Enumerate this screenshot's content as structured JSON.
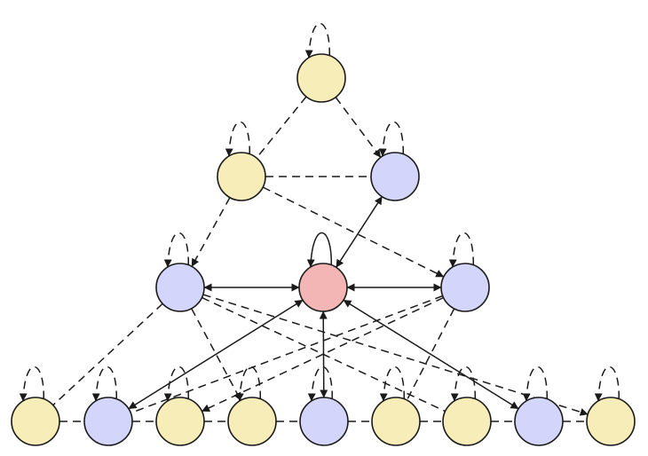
{
  "palette": {
    "yellow": "#f6edb9",
    "blue": "#d3d6fa",
    "red": "#f4b5b5",
    "stroke": "#1a1a1a"
  },
  "nodes": [
    {
      "id": "n0",
      "color": "yellow"
    },
    {
      "id": "n1",
      "color": "yellow"
    },
    {
      "id": "n2",
      "color": "blue"
    },
    {
      "id": "n3",
      "color": "blue"
    },
    {
      "id": "n4",
      "color": "red"
    },
    {
      "id": "n5",
      "color": "blue"
    },
    {
      "id": "n6",
      "color": "yellow"
    },
    {
      "id": "n7",
      "color": "blue"
    },
    {
      "id": "n8",
      "color": "yellow"
    },
    {
      "id": "n9",
      "color": "yellow"
    },
    {
      "id": "n10",
      "color": "blue"
    },
    {
      "id": "n11",
      "color": "yellow"
    },
    {
      "id": "n12",
      "color": "yellow"
    },
    {
      "id": "n13",
      "color": "blue"
    },
    {
      "id": "n14",
      "color": "yellow"
    }
  ],
  "edges": [
    {
      "from": "n0",
      "to": "n1",
      "style": "dashed",
      "arrow": "none"
    },
    {
      "from": "n0",
      "to": "n2",
      "style": "dashed",
      "arrow": "end"
    },
    {
      "from": "n1",
      "to": "n2",
      "style": "dashed",
      "arrow": "none"
    },
    {
      "from": "n1",
      "to": "n3",
      "style": "dashed",
      "arrow": "end"
    },
    {
      "from": "n1",
      "to": "n5",
      "style": "dashed",
      "arrow": "end"
    },
    {
      "from": "n2",
      "to": "n4",
      "style": "solid",
      "arrow": "both"
    },
    {
      "from": "n3",
      "to": "n4",
      "style": "solid",
      "arrow": "both"
    },
    {
      "from": "n5",
      "to": "n4",
      "style": "solid",
      "arrow": "both"
    },
    {
      "from": "n7",
      "to": "n4",
      "style": "solid",
      "arrow": "both"
    },
    {
      "from": "n10",
      "to": "n4",
      "style": "solid",
      "arrow": "both"
    },
    {
      "from": "n13",
      "to": "n4",
      "style": "solid",
      "arrow": "both"
    },
    {
      "from": "n3",
      "to": "n6",
      "style": "dashed",
      "arrow": "none"
    },
    {
      "from": "n3",
      "to": "n9",
      "style": "dashed",
      "arrow": "end"
    },
    {
      "from": "n3",
      "to": "n12",
      "style": "dashed",
      "arrow": "none"
    },
    {
      "from": "n3",
      "to": "n14",
      "style": "dashed",
      "arrow": "end"
    },
    {
      "from": "n5",
      "to": "n7",
      "style": "dashed",
      "arrow": "none"
    },
    {
      "from": "n5",
      "to": "n8",
      "style": "dashed",
      "arrow": "end"
    },
    {
      "from": "n5",
      "to": "n11",
      "style": "dashed",
      "arrow": "none"
    },
    {
      "from": "n6",
      "to": "n7",
      "style": "dashed",
      "arrow": "none"
    },
    {
      "from": "n7",
      "to": "n8",
      "style": "dashed",
      "arrow": "none"
    },
    {
      "from": "n8",
      "to": "n9",
      "style": "dashed",
      "arrow": "none"
    },
    {
      "from": "n9",
      "to": "n10",
      "style": "dashed",
      "arrow": "none"
    },
    {
      "from": "n10",
      "to": "n11",
      "style": "dashed",
      "arrow": "none"
    },
    {
      "from": "n11",
      "to": "n12",
      "style": "dashed",
      "arrow": "none"
    },
    {
      "from": "n12",
      "to": "n13",
      "style": "dashed",
      "arrow": "none"
    },
    {
      "from": "n13",
      "to": "n14",
      "style": "dashed",
      "arrow": "none"
    }
  ],
  "self_loops": [
    {
      "node": "n0",
      "style": "dashed"
    },
    {
      "node": "n1",
      "style": "dashed"
    },
    {
      "node": "n2",
      "style": "dashed"
    },
    {
      "node": "n3",
      "style": "dashed"
    },
    {
      "node": "n4",
      "style": "solid"
    },
    {
      "node": "n5",
      "style": "dashed"
    },
    {
      "node": "n6",
      "style": "dashed"
    },
    {
      "node": "n7",
      "style": "dashed"
    },
    {
      "node": "n8",
      "style": "dashed"
    },
    {
      "node": "n9",
      "style": "dashed"
    },
    {
      "node": "n10",
      "style": "dashed"
    },
    {
      "node": "n11",
      "style": "dashed"
    },
    {
      "node": "n12",
      "style": "dashed"
    },
    {
      "node": "n13",
      "style": "dashed"
    },
    {
      "node": "n14",
      "style": "dashed"
    }
  ]
}
